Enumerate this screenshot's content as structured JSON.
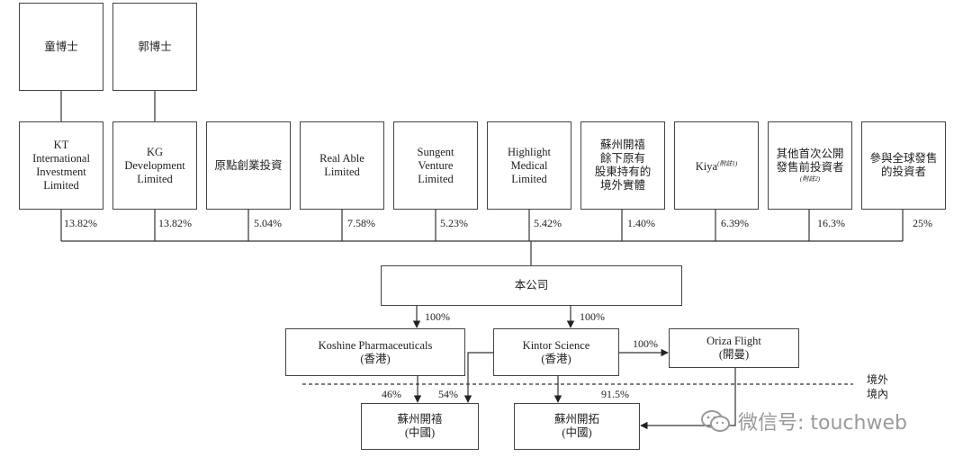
{
  "top_holders": [
    {
      "name": "童博士"
    },
    {
      "name": "郭博士"
    }
  ],
  "shareholders": [
    {
      "name": "KT\nInternational\nInvestment\nLimited",
      "pct": "13.82%"
    },
    {
      "name": "KG\nDevelopment\nLimited",
      "pct": "13.82%"
    },
    {
      "name": "原點創業投資",
      "pct": "5.04%"
    },
    {
      "name": "Real Able\nLimited",
      "pct": "7.58%"
    },
    {
      "name": "Sungent\nVenture\nLimited",
      "pct": "5.23%"
    },
    {
      "name": "Highlight\nMedical\nLimited",
      "pct": "5.42%"
    },
    {
      "name": "蘇州開禧\n餘下原有\n股東持有的\n境外實體",
      "pct": "1.40%"
    },
    {
      "name": "Kiya",
      "note": "(附註1)",
      "pct": "6.39%"
    },
    {
      "name": "其他首次公開\n發售前投資者",
      "note": "(附註2)",
      "pct": "16.3%"
    },
    {
      "name": "參與全球發售\n的投資者",
      "pct": "25%"
    }
  ],
  "company": {
    "name": "本公司"
  },
  "subsidiaries": {
    "koshine": {
      "name": "Koshine Pharmaceuticals\n(香港)",
      "pct": "100%"
    },
    "kintor": {
      "name": "Kintor Science\n(香港)",
      "pct": "100%"
    },
    "oriza": {
      "name": "Oriza Flight\n(開曼)",
      "pct": "100%"
    },
    "kaixi": {
      "name": "蘇州開禧\n(中國)",
      "pct_a": "46%",
      "pct_b": "54%"
    },
    "kaituo": {
      "name": "蘇州開拓\n(中國)",
      "pct": "91.5%"
    }
  },
  "border_labels": {
    "outside": "境外",
    "inside": "境內"
  },
  "watermark": {
    "text": "微信号: touchweb",
    "icon": "wechat-icon"
  }
}
